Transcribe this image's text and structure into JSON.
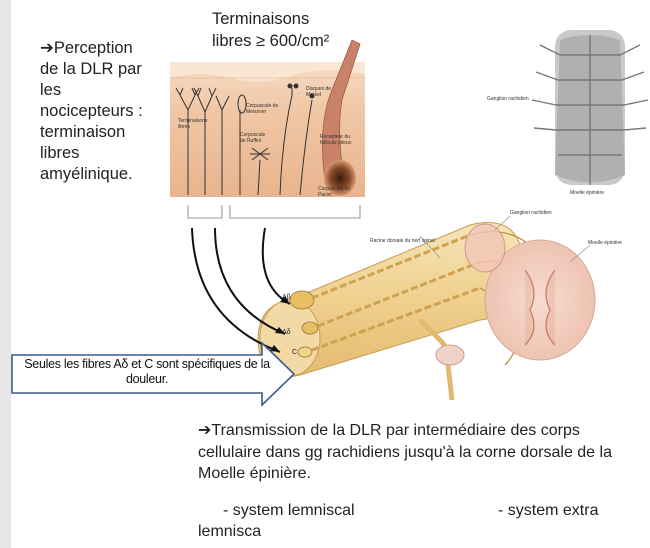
{
  "perception": {
    "line1": "➔Perception",
    "line2": "de la DLR par",
    "line3": "les",
    "line4": "nocicepteurs :",
    "line5": "terminaison",
    "line6": "libres",
    "line7": "amyélinique."
  },
  "terminaisons": {
    "line1": "Terminaisons",
    "line2": "libres ≥ 600/cm²"
  },
  "skin_labels": {
    "terminaisons_libres": "Terminaisons libres",
    "meissner": "Corpuscule de Meissner",
    "merkel": "Disques de Merkel",
    "ruffini": "Corpuscule de Ruffini",
    "follicule": "Recepteur du follicule pileux",
    "pacini": "Corpuscule de Pacini"
  },
  "spine_labels": {
    "ganglion_top": "Ganglion rachidien",
    "moelle_top": "Moelle épinière",
    "racine": "Racine dorsale du nerf spinal",
    "ganglion": "Ganglion rachidien",
    "moelle": "Moelle épinière"
  },
  "fiber_labels": {
    "abeta": "Aβ",
    "adelta": "Aδ",
    "c": "C"
  },
  "arrow_note": {
    "line1": "Seules les fibres Aδ et C sont spécifiques de la",
    "line2": "douleur."
  },
  "transmission": {
    "line1": "➔Transmission de la DLR par intermédiaire des corps",
    "line2": "cellulaire dans gg rachidiens jusqu'à la corne dorsale de la",
    "line3": "Moelle épinière."
  },
  "systems": {
    "lemniscal": "- system lemniscal",
    "extra": "- system extra",
    "extra_cont": "lemnisca"
  },
  "colors": {
    "skin_top": "#f3d2b6",
    "skin_mid": "#e8b896",
    "nerve": "#e8c77a",
    "arrow_border": "#3c5a8a"
  }
}
